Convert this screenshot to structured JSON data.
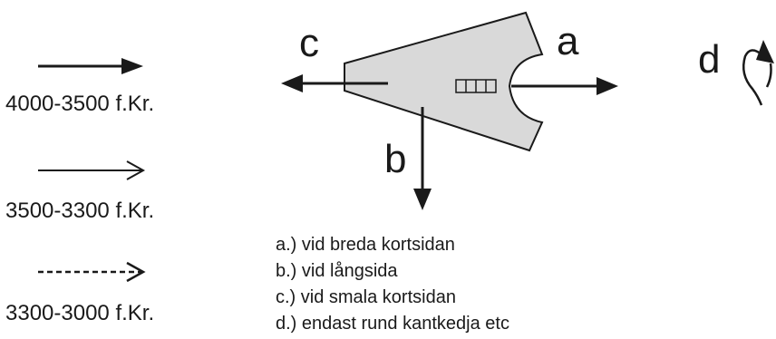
{
  "periods": [
    {
      "label": "4000-3500 f.Kr.",
      "line_style": "solid-thick"
    },
    {
      "label": "3500-3300 f.Kr.",
      "line_style": "solid-thin"
    },
    {
      "label": "3300-3000 f.Kr.",
      "line_style": "dashed"
    }
  ],
  "directions": {
    "a": "a",
    "b": "b",
    "c": "c",
    "d": "d"
  },
  "legend": [
    "a.) vid breda kortsidan",
    "b.) vid långsida",
    "c.) vid smala kortsidan",
    "d.) endast rund kantkedja etc"
  ],
  "colors": {
    "ink": "#1a1a1a",
    "tomb_fill": "#d9d9d9"
  }
}
